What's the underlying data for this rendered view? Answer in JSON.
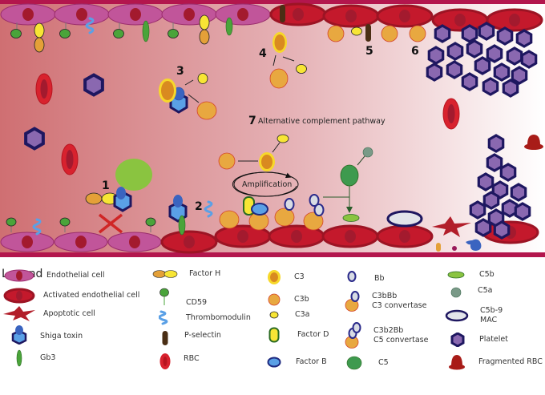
{
  "diagram": {
    "step_labels": [
      "1",
      "2",
      "3",
      "4",
      "5",
      "6",
      "7"
    ],
    "pathway_title": "Alternative complement pathway",
    "amplification_label": "Amplification"
  },
  "legend": {
    "title": "Legend",
    "items": [
      {
        "icon": "endothelial-cell-icon",
        "label": "Endothelial cell"
      },
      {
        "icon": "activated-endothelial-cell-icon",
        "label": "Activated endothelial cell"
      },
      {
        "icon": "apoptotic-cell-icon",
        "label": "Apoptotic cell"
      },
      {
        "icon": "shiga-toxin-icon",
        "label": "Shiga toxin"
      },
      {
        "icon": "gb3-icon",
        "label": "Gb3"
      },
      {
        "icon": "factor-h-icon",
        "label": "Factor H"
      },
      {
        "icon": "cd59-icon",
        "label": "CD59"
      },
      {
        "icon": "thrombomodulin-icon",
        "label": "Thrombomodulin"
      },
      {
        "icon": "p-selectin-icon",
        "label": "P-selectin"
      },
      {
        "icon": "rbc-icon",
        "label": "RBC"
      },
      {
        "icon": "c3-icon",
        "label": "C3"
      },
      {
        "icon": "c3b-icon",
        "label": "C3b"
      },
      {
        "icon": "c3a-icon",
        "label": "C3a"
      },
      {
        "icon": "factor-d-icon",
        "label": "Factor D"
      },
      {
        "icon": "factor-b-icon",
        "label": "Factor B"
      },
      {
        "icon": "bb-icon",
        "label": "Bb"
      },
      {
        "icon": "c3bbb-icon",
        "label": "C3bBb",
        "sublabel": "C3 convertase"
      },
      {
        "icon": "c3b2bb-icon",
        "label": "C3b2Bb",
        "sublabel": "C5 convertase"
      },
      {
        "icon": "c5-icon",
        "label": "C5"
      },
      {
        "icon": "c5b-icon",
        "label": "C5b"
      },
      {
        "icon": "c5a-icon",
        "label": "C5a"
      },
      {
        "icon": "mac-icon",
        "label": "C5b-9",
        "sublabel": "MAC"
      },
      {
        "icon": "platelet-icon",
        "label": "Platelet"
      },
      {
        "icon": "fragmented-rbc-icon",
        "label": "Fragmented RBC"
      }
    ]
  },
  "colors": {
    "vessel_wall": "#b3164d",
    "endothelial": "#c1559a",
    "activated_endothelial": "#c4192c",
    "nucleus": "#a31a2e",
    "factor_h_orange": "#e4a038",
    "factor_h_yellow": "#f7e535",
    "gb3": "#4aa43a",
    "thrombomodulin": "#5aa0e6",
    "p_selectin": "#4a2e14",
    "platelet_fill": "#8a68b0",
    "platelet_border": "#1e1760",
    "shiga_light": "#5aa0e6",
    "shiga_dark": "#3a64c0",
    "c5": "#3e9a4e",
    "c5b": "#8ac440",
    "c5a": "#7a9a88",
    "mac_fill": "#e2e4ea",
    "frag_rbc": "#a81c18"
  }
}
